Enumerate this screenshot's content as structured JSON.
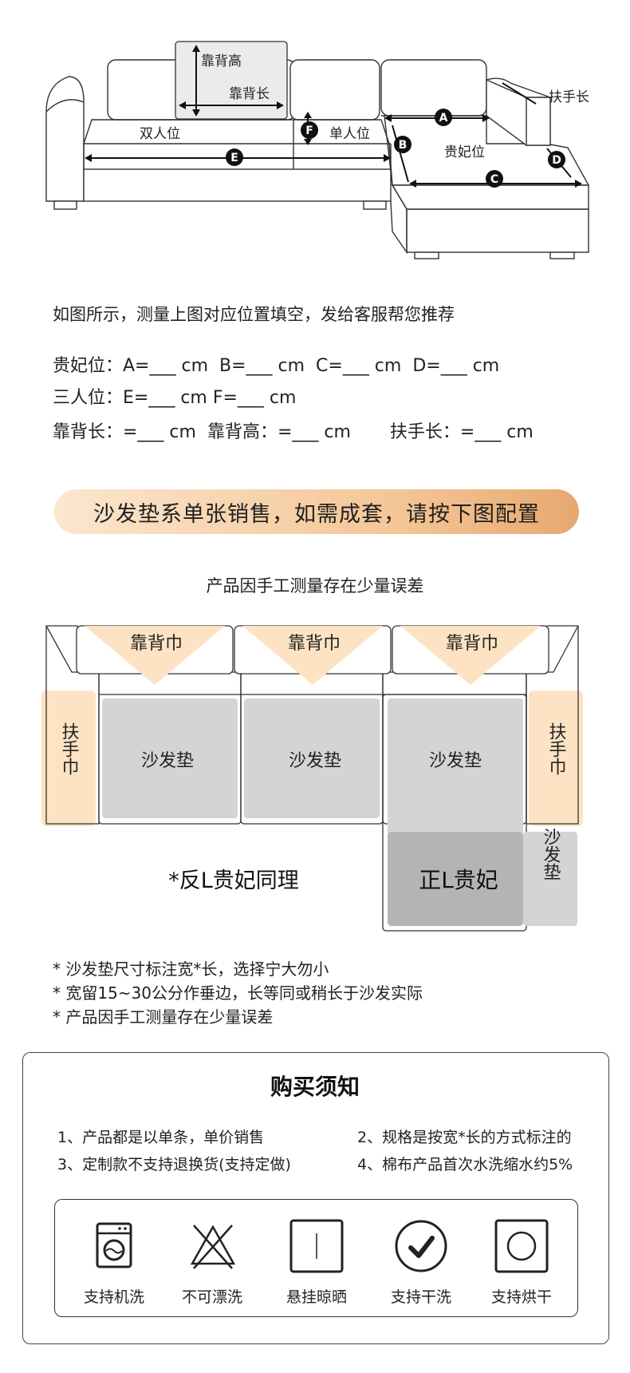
{
  "diagram": {
    "backrest_height": "靠背高",
    "backrest_length": "靠背长",
    "double_seat": "双人位",
    "single_seat": "单人位",
    "chaise": "贵妃位",
    "armrest_length": "扶手长",
    "markers": [
      "A",
      "B",
      "C",
      "D",
      "E",
      "F"
    ]
  },
  "intro": "如图所示，测量上图对应位置填空，发给客服帮您推荐",
  "fill_lines": [
    "贵妃位：A=___ cm  B=___ cm  C=___ cm  D=___ cm",
    "三人位：E=___ cm F=___ cm",
    "靠背长：=___ cm  靠背高：=___ cm       扶手长：=___ cm"
  ],
  "banner": "沙发垫系单张销售，如需成套，请按下图配置",
  "layout_title": "产品因手工测量存在少量误差",
  "layout": {
    "back_towel": "靠背巾",
    "arm_towel": "扶手巾",
    "cushion": "沙发垫",
    "chaise_cushion": "正L贵妃",
    "side_cushion": "沙发垫",
    "mirror_note": "*反L贵妃同理"
  },
  "notes": [
    "* 沙发垫尺寸标注宽*长，选择宁大勿小",
    "* 宽留15~30公分作垂边，长等同或稍长于沙发实际",
    "* 产品因手工测量存在少量误差"
  ],
  "notice": {
    "title": "购买须知",
    "items": [
      "1、产品都是以单条，单价销售",
      "2、规格是按宽*长的方式标注的",
      "3、定制款不支持退换货(支持定做)",
      "4、棉布产品首次水洗缩水约5%"
    ]
  },
  "care": [
    {
      "icon": "washing-machine-icon",
      "label": "支持机洗"
    },
    {
      "icon": "no-bleach-icon",
      "label": "不可漂洗"
    },
    {
      "icon": "hang-dry-icon",
      "label": "悬挂晾晒"
    },
    {
      "icon": "dry-clean-icon",
      "label": "支持干洗"
    },
    {
      "icon": "tumble-dry-icon",
      "label": "支持烘干"
    }
  ],
  "colors": {
    "banner_start": "#fbe6cf",
    "banner_end": "#e7a86f",
    "peach": "#fde3c3",
    "cushion_gray": "#d4d4d4",
    "chaise_gray": "#b4b4b4"
  }
}
